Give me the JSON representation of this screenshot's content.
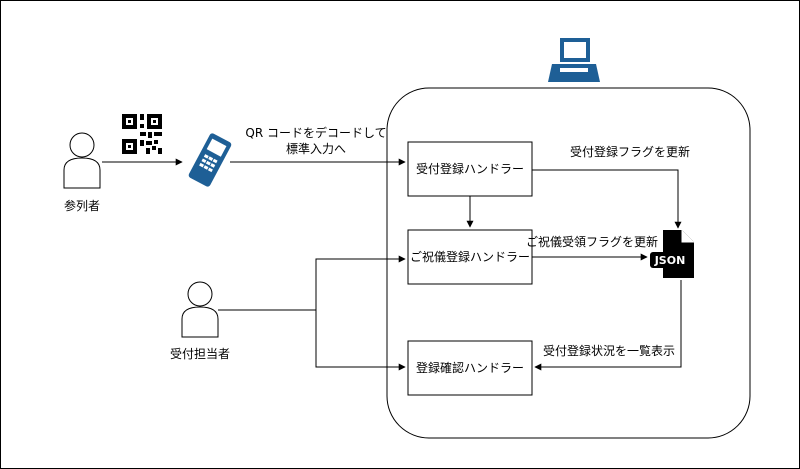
{
  "actors": {
    "participant": "参列者",
    "reception_staff": "受付担当者"
  },
  "handlers": {
    "reception": "受付登録ハンドラー",
    "gift": "ご祝儀登録ハンドラー",
    "confirm": "登録確認ハンドラー"
  },
  "edges": {
    "scan_line1": "QR コードをデコードして",
    "scan_line2": "標準入力へ",
    "update_reception_flag": "受付登録フラグを更新",
    "update_gift_flag": "ご祝儀受領フラグを更新",
    "list_status": "受付登録状況を一覧表示"
  },
  "icons": {
    "json_label": "JSON",
    "qr": "qr-code-icon",
    "scanner": "barcode-scanner-icon",
    "laptop": "laptop-icon"
  },
  "colors": {
    "device_blue": "#1e5f96",
    "stroke": "#000000",
    "actor_fill": "#ffffff"
  }
}
